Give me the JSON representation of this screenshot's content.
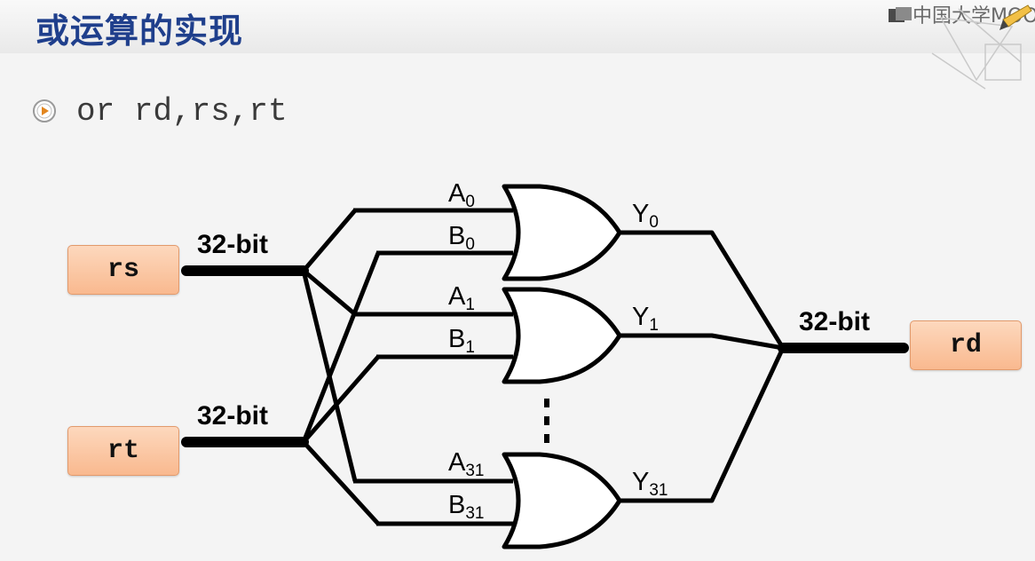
{
  "slide": {
    "title": "或运算的实现",
    "watermark": "中国大学MOOC",
    "instruction": "or rd,rs,rt"
  },
  "diagram": {
    "registers": {
      "rs": "rs",
      "rt": "rt",
      "rd": "rd"
    },
    "bus_labels": {
      "rs": "32-bit",
      "rt": "32-bit",
      "rd": "32-bit"
    },
    "gates": [
      {
        "a": "A",
        "a_sub": "0",
        "b": "B",
        "b_sub": "0",
        "y": "Y",
        "y_sub": "0"
      },
      {
        "a": "A",
        "a_sub": "1",
        "b": "B",
        "b_sub": "1",
        "y": "Y",
        "y_sub": "1"
      },
      {
        "a": "A",
        "a_sub": "31",
        "b": "B",
        "b_sub": "31",
        "y": "Y",
        "y_sub": "31"
      }
    ],
    "colors": {
      "title": "#1f3f8c",
      "box_fill_top": "#fdd8bd",
      "box_fill_bottom": "#f9b98f",
      "wire": "#000000"
    }
  }
}
